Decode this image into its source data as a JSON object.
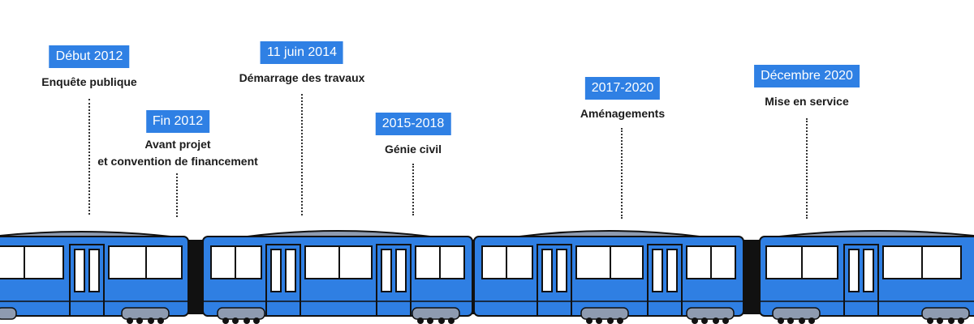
{
  "milestones": [
    {
      "date": "Début 2012",
      "label": "Enquête publique"
    },
    {
      "date": "Fin 2012",
      "label": "Avant projet\net convention de financement"
    },
    {
      "date": "11 juin 2014",
      "label": "Démarrage des travaux"
    },
    {
      "date": "2015-2018",
      "label": "Génie civil"
    },
    {
      "date": "2017-2020",
      "label": "Aménagements"
    },
    {
      "date": "Décembre 2020",
      "label": "Mise en service"
    }
  ],
  "colors": {
    "badge": "#2f80e4",
    "train_body": "#2f7fe3",
    "train_roof": "#8e9bb0",
    "wheels": "#8e9bb0",
    "coupler": "#111111",
    "outline": "#111111"
  }
}
